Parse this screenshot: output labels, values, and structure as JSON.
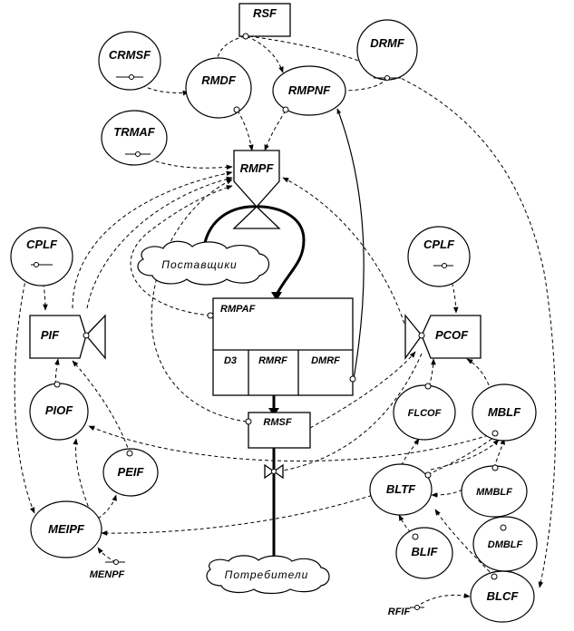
{
  "nodes": {
    "rsf": "RSF",
    "crmsf": "CRMSF",
    "rmdf": "RMDF",
    "rmpnf": "RMPNF",
    "drmf": "DRMF",
    "trmaf": "TRMAF",
    "rmpf": "RMPF",
    "cplf_left": "CPLF",
    "cplf_right": "CPLF",
    "rmpaf": "RMPAF",
    "d3": "D3",
    "rmrf": "RMRF",
    "dmrf": "DMRF",
    "pif": "PIF",
    "pcof": "PCOF",
    "piof": "PIOF",
    "flcof": "FLCOF",
    "mblf": "MBLF",
    "rmsf": "RMSF",
    "peif": "PEIF",
    "bltf": "BLTF",
    "mmblf": "MMBLF",
    "meipf": "MEIPF",
    "dmblf": "DMBLF",
    "blif": "BLIF",
    "menpf": "MENPF",
    "blcf": "BLCF",
    "rfif": "RFIF"
  },
  "clouds": {
    "suppliers": "Поставщики",
    "consumers": "Потребители"
  }
}
